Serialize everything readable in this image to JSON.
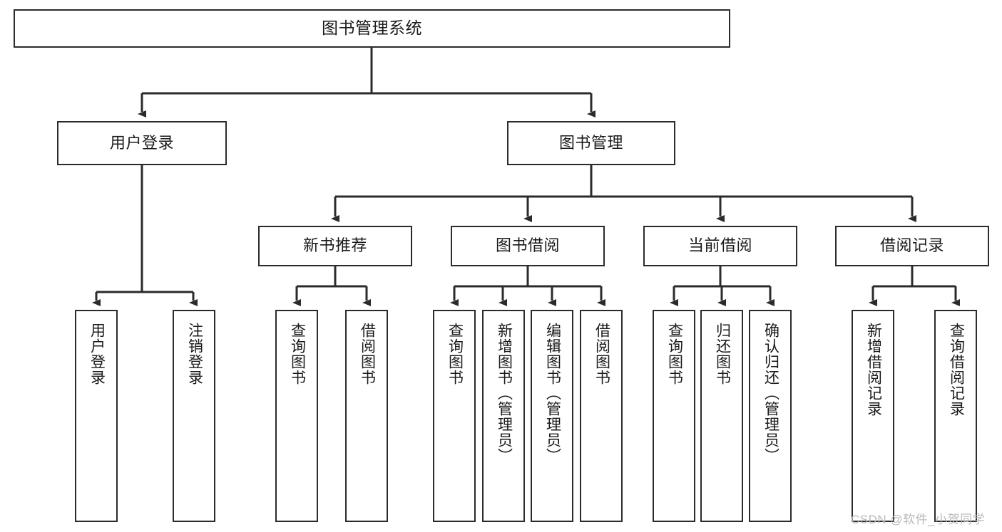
{
  "diagram": {
    "title": "图书管理系统",
    "type": "hierarchy-tree",
    "nodes": {
      "root": {
        "label": "图书管理系统"
      },
      "level2": [
        {
          "id": "user-login",
          "label": "用户登录"
        },
        {
          "id": "book-management",
          "label": "图书管理"
        }
      ],
      "level3": [
        {
          "id": "new-book-recommend",
          "label": "新书推荐"
        },
        {
          "id": "book-borrow",
          "label": "图书借阅"
        },
        {
          "id": "current-borrow",
          "label": "当前借阅"
        },
        {
          "id": "borrow-record",
          "label": "借阅记录"
        }
      ],
      "leaves": {
        "user_login": [
          {
            "id": "leaf-user-login",
            "label": "用户登录"
          },
          {
            "id": "leaf-logout-login",
            "label": "注销登录"
          }
        ],
        "new_book_recommend": [
          {
            "id": "leaf-query-book-1",
            "label": "查询图书"
          },
          {
            "id": "leaf-borrow-book-1",
            "label": "借阅图书"
          }
        ],
        "book_borrow": [
          {
            "id": "leaf-query-book-2",
            "label": "查询图书"
          },
          {
            "id": "leaf-add-book",
            "label": "新增图书（管理员）"
          },
          {
            "id": "leaf-edit-book",
            "label": "编辑图书（管理员）"
          },
          {
            "id": "leaf-borrow-book-2",
            "label": "借阅图书"
          }
        ],
        "current_borrow": [
          {
            "id": "leaf-query-book-3",
            "label": "查询图书"
          },
          {
            "id": "leaf-return-book",
            "label": "归还图书"
          },
          {
            "id": "leaf-confirm-return",
            "label": "确认归还（管理员）"
          }
        ],
        "borrow_record": [
          {
            "id": "leaf-add-record",
            "label": "新增借阅记录"
          },
          {
            "id": "leaf-query-record",
            "label": "查询借阅记录"
          }
        ]
      }
    },
    "colors": {
      "border": "#2b2b2b",
      "background": "#ffffff",
      "text": "#1a1a1a",
      "connector": "#2b2b2b",
      "watermark": "#b9b9b9"
    }
  },
  "watermark": {
    "text": "CSDN @软件_小贺同学"
  }
}
